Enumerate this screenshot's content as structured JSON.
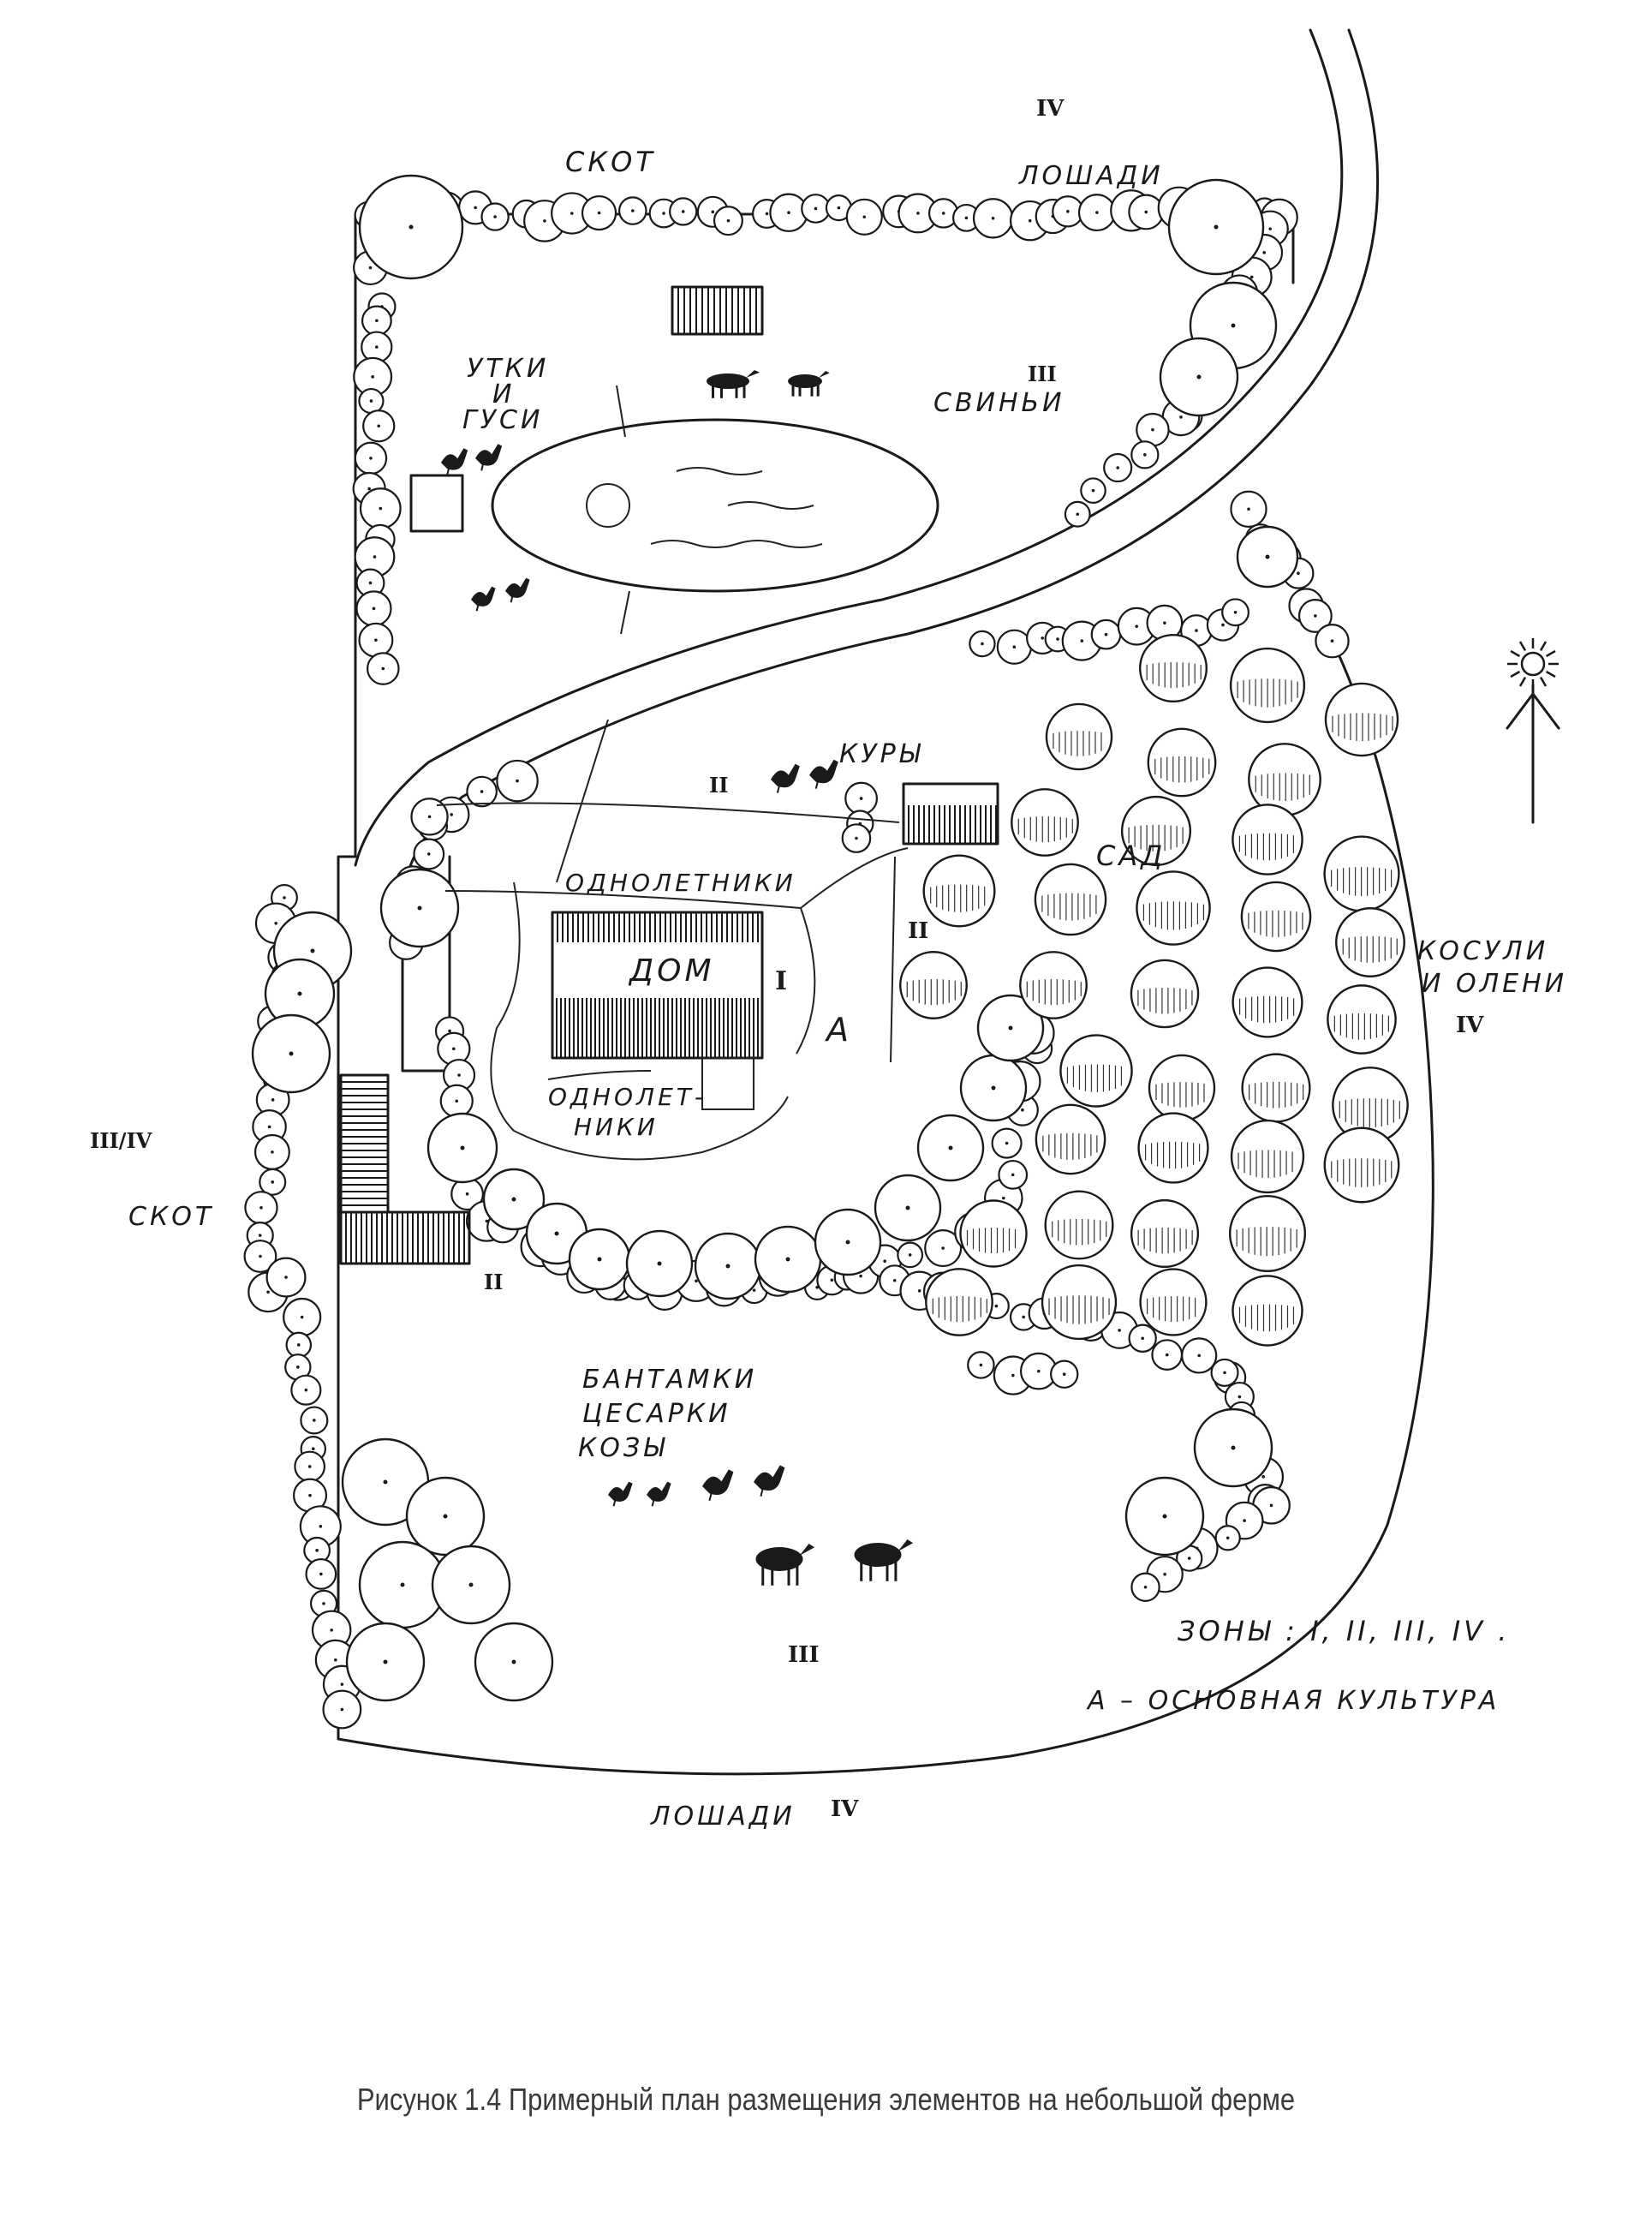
{
  "labels": {
    "zone_iv_top": "IV",
    "cattle_top": "СКОТ",
    "horses_top": "ЛОШАДИ",
    "ducks_geese": [
      "УТКИ",
      "И",
      "ГУСИ"
    ],
    "zone_iii_pigs": "III",
    "pigs": "СВИНЬИ",
    "chickens": "КУРЫ",
    "zone_ii_chickens": "II",
    "annuals_top": "ОДНОЛЕТНИКИ",
    "house": "ДОМ",
    "zone_i": "I",
    "main_crop_a": "А",
    "zone_ii_center": "II",
    "annuals_bottom": [
      "ОДНОЛЕТ-",
      "НИКИ"
    ],
    "orchard": "САД",
    "deer": [
      "КОСУЛИ",
      "И ОЛЕНИ"
    ],
    "zone_iv_right": "IV",
    "zone_iii_iv_left": "III/IV",
    "cattle_left": "СКОТ",
    "zone_ii_bottom": "II",
    "bantams_guinea_goats": [
      "БАНТАМКИ",
      "ЦЕСАРКИ",
      "КОЗЫ"
    ],
    "zone_iii_bottom": "III",
    "zones_legend": "ЗОНЫ : I, II, III, IV .",
    "main_crop_legend": "А – ОСНОВНАЯ КУЛЬТУРА",
    "horses_bottom": "ЛОШАДИ",
    "zone_iv_bottom": "IV"
  },
  "caption": "Рисунок 1.4 Примерный план размещения элементов на небольшой ферме",
  "icons": [
    "sun-icon",
    "north-arrow-icon",
    "duck-icon",
    "pig-icon",
    "chicken-icon",
    "goat-icon",
    "guinea-fowl-icon"
  ]
}
